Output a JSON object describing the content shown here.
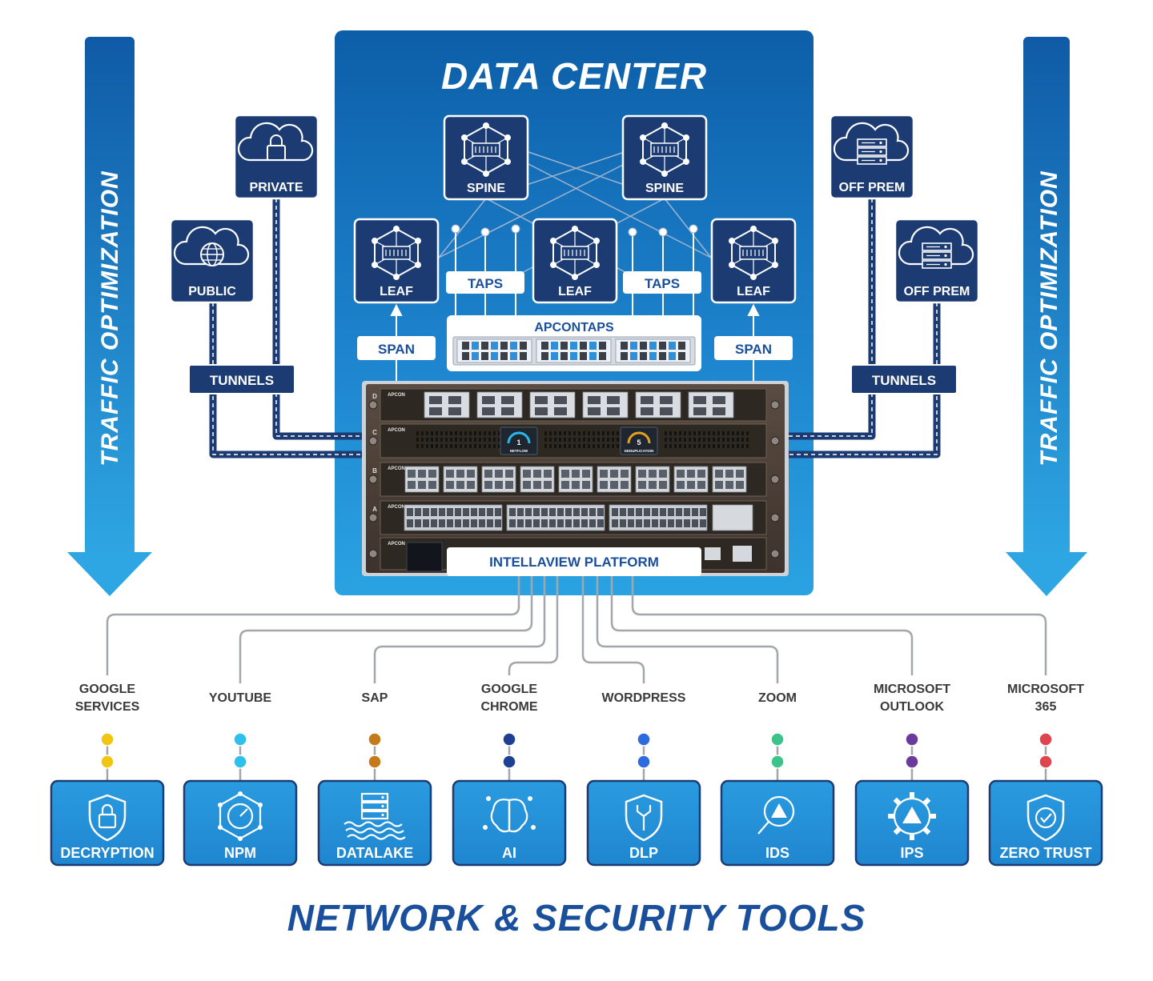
{
  "title": "DATA CENTER",
  "side_label": "TRAFFIC OPTIMIZATION",
  "footer_title": "NETWORK & SECURITY TOOLS",
  "clouds": {
    "private": "PRIVATE",
    "public": "PUBLIC",
    "off_prem_1": "OFF PREM",
    "off_prem_2": "OFF PREM"
  },
  "tunnels": "TUNNELS",
  "switches": {
    "spine": "SPINE",
    "leaf": "LEAF"
  },
  "taps": "TAPS",
  "span": "SPAN",
  "apcontaps": "APCONTAPS",
  "platform": "INTELLAVIEW PLATFORM",
  "chassis": {
    "brand": "APCON",
    "slots": [
      "D",
      "C",
      "B",
      "A"
    ],
    "modules": [
      {
        "number": "1",
        "caption": "NETFLOW"
      },
      {
        "number": "5",
        "caption": "DEDUPLICATION"
      }
    ]
  },
  "applications": [
    {
      "name": [
        "GOOGLE",
        "SERVICES"
      ],
      "color": "#f2c512"
    },
    {
      "name": [
        "YOUTUBE"
      ],
      "color": "#2ec0ea"
    },
    {
      "name": [
        "SAP"
      ],
      "color": "#c47a18"
    },
    {
      "name": [
        "GOOGLE",
        "CHROME"
      ],
      "color": "#1f3f94"
    },
    {
      "name": [
        "WORDPRESS"
      ],
      "color": "#2e6bdf"
    },
    {
      "name": [
        "ZOOM"
      ],
      "color": "#3cc389"
    },
    {
      "name": [
        "MICROSOFT",
        "OUTLOOK"
      ],
      "color": "#6b3a9a"
    },
    {
      "name": [
        "MICROSOFT",
        "365"
      ],
      "color": "#e0454f"
    }
  ],
  "tools": [
    {
      "label": "DECRYPTION",
      "icon": "padlock-shield-icon"
    },
    {
      "label": "NPM",
      "icon": "gauge-icon"
    },
    {
      "label": "DATALAKE",
      "icon": "server-lake-icon"
    },
    {
      "label": "AI",
      "icon": "brain-icon"
    },
    {
      "label": "DLP",
      "icon": "wrench-shield-icon"
    },
    {
      "label": "IDS",
      "icon": "magnifier-alert-icon"
    },
    {
      "label": "IPS",
      "icon": "gear-alert-icon"
    },
    {
      "label": "ZERO TRUST",
      "icon": "check-shield-icon"
    }
  ],
  "colors": {
    "navy": "#1b3b72",
    "blue": "#1670bf",
    "light_blue": "#2ea4e0",
    "tool_blue": "#2594d8"
  }
}
